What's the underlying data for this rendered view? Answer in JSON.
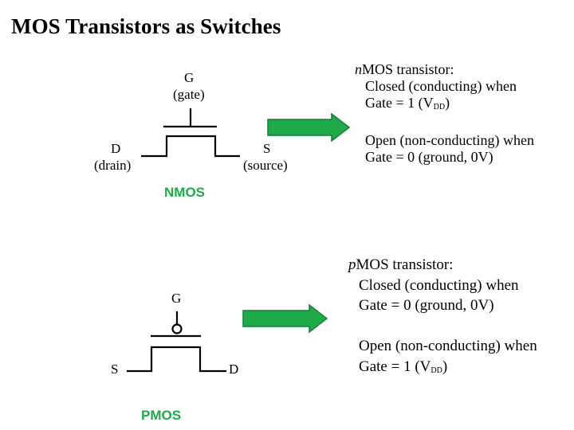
{
  "title": "MOS Transistors as Switches",
  "nmos": {
    "gate_letter": "G",
    "gate_label": "(gate)",
    "drain_letter": "D",
    "drain_label": "(drain)",
    "source_letter": "S",
    "source_label": "(source)",
    "name": "NMOS",
    "desc": {
      "prefix": "n",
      "heading": "MOS transistor:",
      "closed": "Closed (conducting) when",
      "closed_cond": "Gate = 1 (V",
      "closed_sub": "DD",
      "closed_end": ")",
      "open": "Open (non-conducting) when",
      "open_cond": "Gate = 0 (ground, 0V)"
    }
  },
  "pmos": {
    "gate_letter": "G",
    "source_letter": "S",
    "drain_letter": "D",
    "name": "PMOS",
    "desc": {
      "prefix": "p",
      "heading": "MOS transistor:",
      "closed": "Closed (conducting) when",
      "closed_cond": "Gate = 0 (ground, 0V)",
      "open": "Open (non-conducting) when",
      "open_cond": "Gate = 1 (V",
      "open_sub": "DD",
      "open_end": ")"
    }
  },
  "colors": {
    "arrow": "#1faa4a",
    "arrow_stroke": "#13803a",
    "tag": "#1faa4a"
  }
}
